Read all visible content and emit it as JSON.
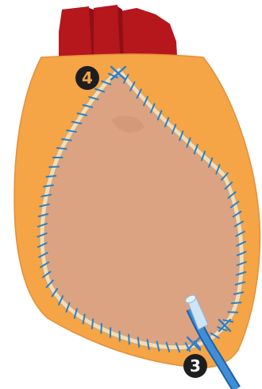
{
  "colors": {
    "background": "#ffffff",
    "vessel": "#b5171d",
    "vessel_shadow": "#8e1015",
    "sac_fill": "#f5a446",
    "sac_outline": "#e3903a",
    "patch_fill": "#dba381",
    "patch_shading": "#cf9573",
    "suture_edge": "#f2ddb4",
    "suture_edge_outline": "#c9a47a",
    "stitch": "#2e7ec4",
    "cannula": "#3f8ed6",
    "cannula_dark": "#1f5fa8",
    "cannula_tip": "#cfe4f5",
    "marker_fill": "#1e1e1e",
    "marker_text": "#ffffff",
    "marker_4_text": "#f5a446"
  },
  "icons": {
    "marker_3": "circled-number-icon",
    "marker_4": "circled-number-icon",
    "cannula": "drain-tube-icon",
    "stitch": "x-stitch-icon"
  },
  "markers": [
    {
      "id": "marker-3",
      "label": "3"
    },
    {
      "id": "marker-4",
      "label": "4"
    }
  ]
}
